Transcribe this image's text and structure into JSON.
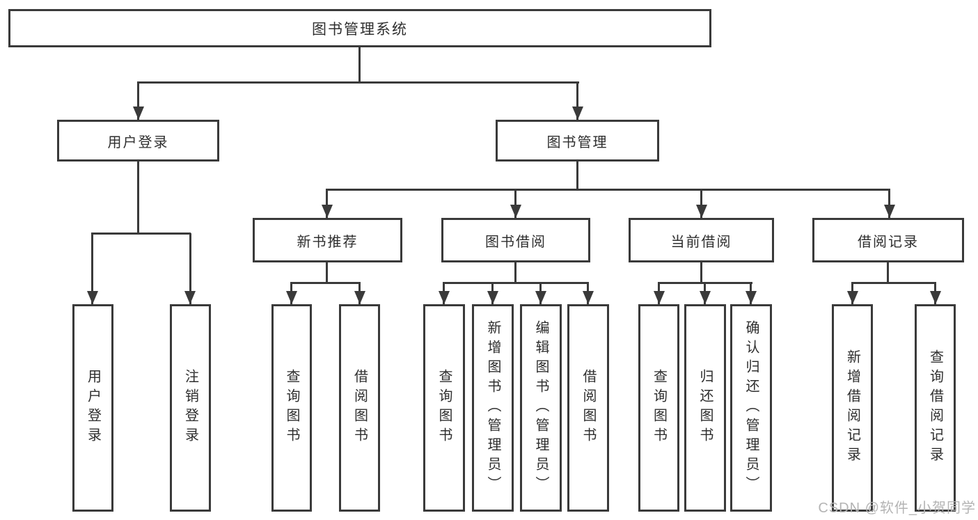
{
  "root": {
    "label": "图书管理系统"
  },
  "branches": {
    "user_login": {
      "label": "用户登录",
      "children": {
        "login": "用户登录",
        "logout": "注销登录"
      }
    },
    "book_mgmt": {
      "label": "图书管理"
    }
  },
  "modules": {
    "new_books": {
      "label": "新书推荐",
      "children": {
        "query": "查询图书",
        "borrow": "借阅图书"
      }
    },
    "borrowing": {
      "label": "图书借阅",
      "children": {
        "query": "查询图书",
        "add": "新增图书（管理员）",
        "edit": "编辑图书（管理员）",
        "borrow": "借阅图书"
      }
    },
    "current": {
      "label": "当前借阅",
      "children": {
        "query": "查询图书",
        "return": "归还图书",
        "confirm": "确认归还（管理员）"
      }
    },
    "records": {
      "label": "借阅记录",
      "children": {
        "add": "新增借阅记录",
        "query": "查询借阅记录"
      }
    }
  },
  "watermark": "CSDN @软件_小贺同学"
}
